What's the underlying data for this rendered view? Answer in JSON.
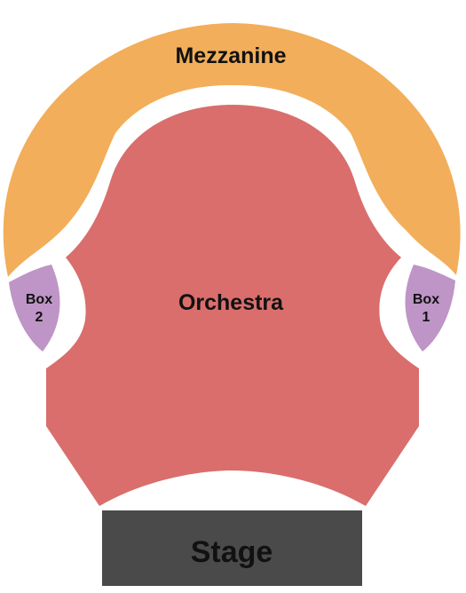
{
  "sections": {
    "mezzanine": {
      "label": "Mezzanine",
      "color": "#F2AE5A"
    },
    "orchestra": {
      "label": "Orchestra",
      "color": "#D96E6C"
    },
    "box_1": {
      "label_line1": "Box",
      "label_line2": "1",
      "color": "#BE95C6"
    },
    "box_2": {
      "label_line1": "Box",
      "label_line2": "2",
      "color": "#BE95C6"
    },
    "stage": {
      "label": "Stage",
      "color": "#4A4A4A",
      "text_color": "#FFFFFF"
    }
  }
}
